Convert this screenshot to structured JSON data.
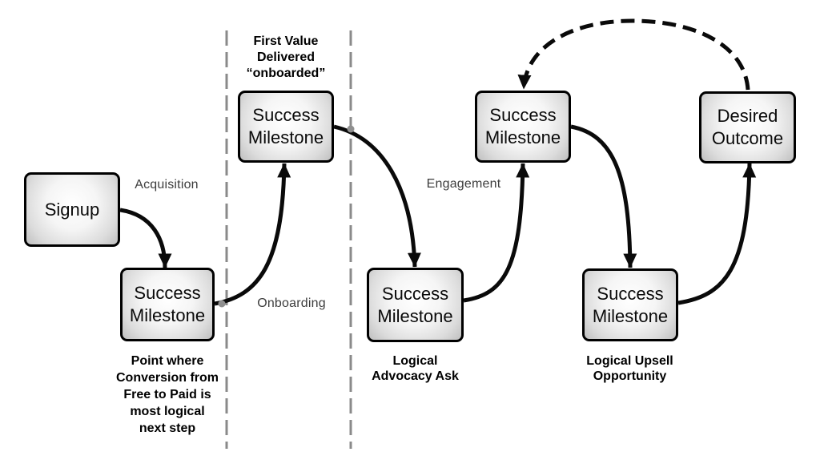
{
  "diagram": {
    "title_implicit": "Customer success milestone journey",
    "nodes": [
      {
        "id": "signup",
        "label": "Signup"
      },
      {
        "id": "milestone-conversion",
        "label": "Success\nMilestone"
      },
      {
        "id": "milestone-onboarded",
        "label": "Success\nMilestone"
      },
      {
        "id": "milestone-advocacy",
        "label": "Success\nMilestone"
      },
      {
        "id": "milestone-engagement",
        "label": "Success\nMilestone"
      },
      {
        "id": "milestone-upsell",
        "label": "Success\nMilestone"
      },
      {
        "id": "desired-outcome",
        "label": "Desired\nOutcome"
      }
    ],
    "stage_labels": [
      {
        "id": "acquisition",
        "text": "Acquisition"
      },
      {
        "id": "onboarding",
        "text": "Onboarding"
      },
      {
        "id": "engagement",
        "text": "Engagement"
      }
    ],
    "captions": [
      {
        "id": "first-value",
        "text": "First Value\nDelivered\n“onboarded”"
      },
      {
        "id": "conversion-note",
        "text": "Point where\nConversion from\nFree to Paid is\nmost logical\nnext step"
      },
      {
        "id": "advocacy-ask",
        "text": "Logical\nAdvocacy Ask"
      },
      {
        "id": "upsell-opportunity",
        "text": "Logical Upsell\nOpportunity"
      }
    ],
    "edges": [
      {
        "from": "signup",
        "to": "milestone-conversion",
        "style": "solid"
      },
      {
        "from": "milestone-conversion",
        "to": "milestone-onboarded",
        "style": "solid"
      },
      {
        "from": "milestone-onboarded",
        "to": "milestone-advocacy",
        "style": "solid"
      },
      {
        "from": "milestone-advocacy",
        "to": "milestone-engagement",
        "style": "solid"
      },
      {
        "from": "milestone-engagement",
        "to": "milestone-upsell",
        "style": "solid"
      },
      {
        "from": "milestone-upsell",
        "to": "desired-outcome",
        "style": "solid"
      },
      {
        "from": "desired-outcome",
        "to": "milestone-engagement",
        "style": "dashed"
      }
    ],
    "dividers": 2,
    "colors": {
      "background": "#ffffff",
      "node_border": "#000000",
      "node_fill_center": "#ffffff",
      "node_fill_edge": "#bfbfbf",
      "arrow": "#0a0a0a",
      "dashed_divider": "#8a8a8a",
      "stage_label": "#3d3d3d",
      "caption": "#000000",
      "connector_dot": "#8f8f8f"
    }
  }
}
